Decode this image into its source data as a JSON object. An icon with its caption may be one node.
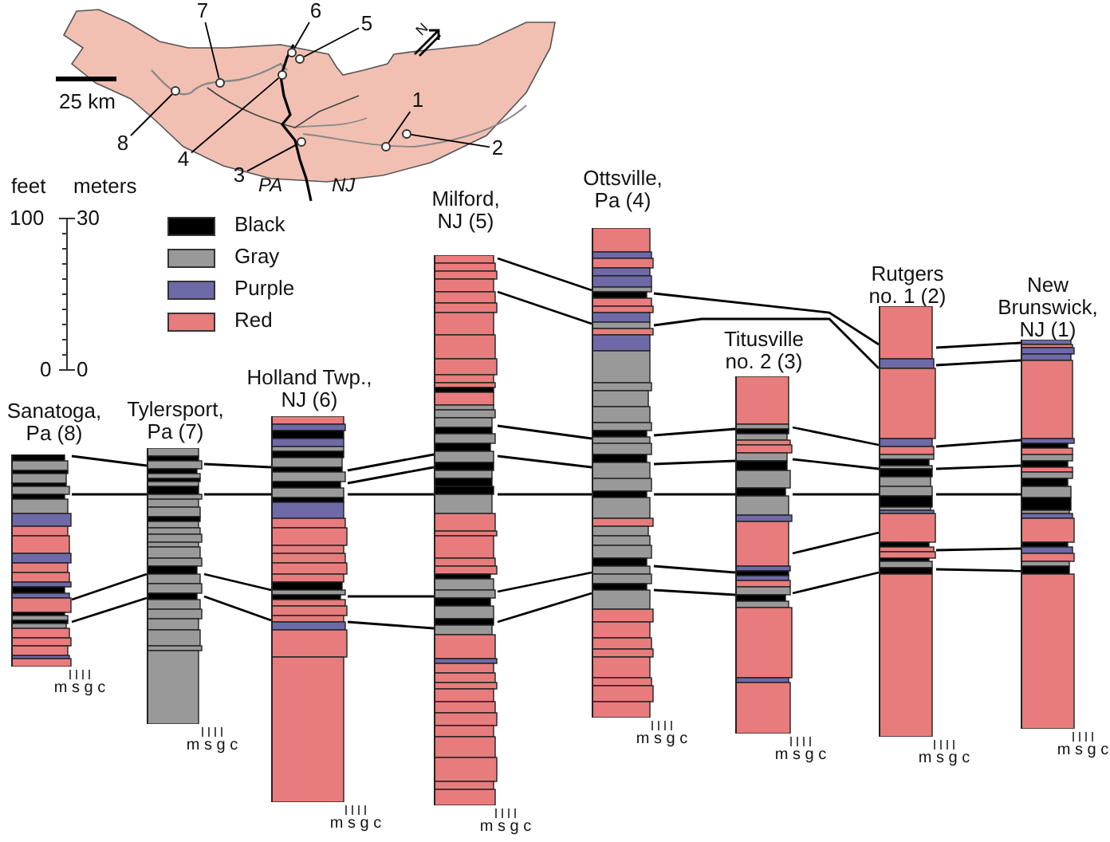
{
  "diagram": {
    "nodes": [
      {
        "text": [],
        "shape": "picture"
      },
      {
        "text": [],
        "shape": "circle",
        "in": 0
      },
      {
        "text": [],
        "shape": "circle",
        "in": 0
      },
      {
        "text": [],
        "shape": "circle",
        "in": 0
      },
      {
        "text": [],
        "shape": "circle",
        "in": 0
      },
      {
        "text": [],
        "shape": "circle",
        "in": 0
      },
      {
        "text": [],
        "shape": "circle",
        "in": 0
      },
      {
        "text": [],
        "shape": "circle",
        "in": 0
      },
      {
        "text": [],
        "shape": "circle",
        "in": 0
      },
      {
        "text": [
          "6"
        ]
      },
      {
        "text": [
          "7"
        ]
      },
      {
        "text": [
          "5"
        ]
      },
      {
        "text": [
          "1"
        ],
        "in": 0
      },
      {
        "text": [
          "8"
        ]
      },
      {
        "text": [
          "2"
        ]
      },
      {
        "text": [
          "4"
        ]
      },
      {
        "text": [
          "3"
        ]
      },
      {
        "text": [
          "Sanatoga, Pa (8)"
        ],
        "beside": [
          "m s g c"
        ]
      },
      {
        "text": [
          "Tylersport, Pa (7)"
        ],
        "beside": [
          "m s g c"
        ]
      },
      {
        "text": [
          "Holland Twp., NJ (6)"
        ],
        "beside": [
          "m s g c"
        ]
      },
      {
        "text": [
          "Milford, NJ (5)"
        ],
        "beside": [
          "m s g c"
        ]
      },
      {
        "text": [
          "Ottsville, Pa (4)"
        ],
        "beside": [
          "m s g c"
        ]
      },
      {
        "text": [
          "Titusville no. 2 (3)"
        ],
        "beside": [
          "m s g c"
        ]
      },
      {
        "text": [
          "Rutgers no. 1 (2)"
        ],
        "beside": [
          "m s g c"
        ]
      },
      {
        "text": [
          "New Brunswick, NJ (1)"
        ],
        "beside": [
          "m s g c"
        ]
      }
    ],
    "edges": [
      {
        "from": 9,
        "to": 4,
        "arrow": "none"
      },
      {
        "from": 10,
        "to": 2,
        "arrow": "none"
      },
      {
        "from": 11,
        "to": 5,
        "arrow": "none"
      },
      {
        "from": 12,
        "to": 7,
        "arrow": "none"
      },
      {
        "from": 13,
        "to": 1,
        "arrow": "none"
      },
      {
        "from": 14,
        "to": 8,
        "arrow": "none"
      },
      {
        "from": 15,
        "to": 3,
        "arrow": "none"
      },
      {
        "from": 16,
        "to": 6,
        "arrow": "none"
      },
      {
        "from": 17,
        "to": 18,
        "arrow": "none"
      },
      {
        "from": 17,
        "to": 18,
        "arrow": "none"
      },
      {
        "from": 17,
        "to": 18,
        "arrow": "none"
      },
      {
        "from": 17,
        "to": 18,
        "arrow": "none"
      },
      {
        "from": 18,
        "to": 19,
        "arrow": "none"
      },
      {
        "from": 18,
        "to": 19,
        "arrow": "none"
      },
      {
        "from": 18,
        "to": 19,
        "arrow": "none"
      },
      {
        "from": 18,
        "to": 19,
        "arrow": "none"
      },
      {
        "from": 19,
        "to": 20,
        "arrow": "none"
      },
      {
        "from": 19,
        "to": 20,
        "arrow": "none"
      },
      {
        "from": 19,
        "to": 20,
        "arrow": "none"
      },
      {
        "from": 19,
        "to": 20,
        "arrow": "none"
      },
      {
        "from": 19,
        "to": 20,
        "arrow": "none"
      },
      {
        "from": 20,
        "to": 21,
        "arrow": "none"
      },
      {
        "from": 20,
        "to": 21,
        "arrow": "none"
      },
      {
        "from": 20,
        "to": 21,
        "arrow": "none"
      },
      {
        "from": 20,
        "to": 21,
        "arrow": "none"
      },
      {
        "from": 20,
        "to": 21,
        "arrow": "none"
      },
      {
        "from": 20,
        "to": 21,
        "arrow": "none"
      },
      {
        "from": 20,
        "to": 21,
        "arrow": "none"
      },
      {
        "from": 21,
        "to": 23,
        "arrow": "none"
      },
      {
        "from": 21,
        "to": 23,
        "arrow": "none"
      },
      {
        "from": 21,
        "to": 22,
        "arrow": "none"
      },
      {
        "from": 21,
        "to": 22,
        "arrow": "none"
      },
      {
        "from": 21,
        "to": 22,
        "arrow": "none"
      },
      {
        "from": 21,
        "to": 22,
        "arrow": "none"
      },
      {
        "from": 21,
        "to": 22,
        "arrow": "none"
      },
      {
        "from": 22,
        "to": 23,
        "arrow": "none"
      },
      {
        "from": 22,
        "to": 23,
        "arrow": "none"
      },
      {
        "from": 22,
        "to": 23,
        "arrow": "none"
      },
      {
        "from": 22,
        "to": 23,
        "arrow": "none"
      },
      {
        "from": 22,
        "to": 23,
        "arrow": "none"
      },
      {
        "from": 23,
        "to": 24,
        "arrow": "none"
      },
      {
        "from": 23,
        "to": 24,
        "arrow": "none"
      },
      {
        "from": 23,
        "to": 24,
        "arrow": "none"
      },
      {
        "from": 23,
        "to": 24,
        "arrow": "none"
      },
      {
        "from": 23,
        "to": 24,
        "arrow": "none"
      },
      {
        "from": 23,
        "to": 24,
        "arrow": "none"
      },
      {
        "from": 23,
        "to": 24,
        "arrow": "none"
      }
    ],
    "labels": [
      "N",
      "25 km",
      "feet",
      "meters",
      "PA",
      "NJ",
      "100",
      "30",
      "0",
      "0"
    ],
    "legend": [
      {
        "text": "Black",
        "color": "#000000"
      },
      {
        "text": "Gray",
        "color": "#999999"
      },
      {
        "text": "Purple",
        "color": "#6e6aa8"
      },
      {
        "text": "Red",
        "color": "#e87c7c"
      }
    ]
  }
}
